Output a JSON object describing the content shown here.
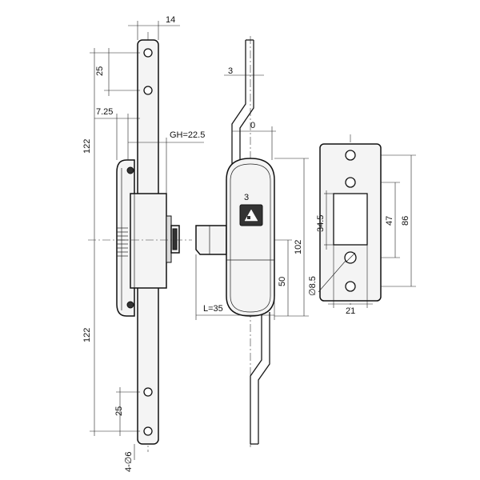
{
  "dimensions": {
    "plate_width": "14",
    "hole_spacing_top": "25",
    "offset": "7.25",
    "rod_length_top": "122",
    "gh": "GH=22.5",
    "rod_length_bottom": "122",
    "hole_spacing_bottom": "25",
    "holes_spec": "4-∅6",
    "rod_offset": "3",
    "zero_ref": "0",
    "pad_label": "3",
    "length_l": "L=35",
    "body_height": "102",
    "body_half": "50",
    "keeper_slot": "34.5",
    "keeper_inner": "47",
    "keeper_height": "86",
    "keeper_hole": "∅8.5",
    "keeper_width": "21"
  },
  "colors": {
    "line": "#111111",
    "fill": "#f4f4f4"
  }
}
